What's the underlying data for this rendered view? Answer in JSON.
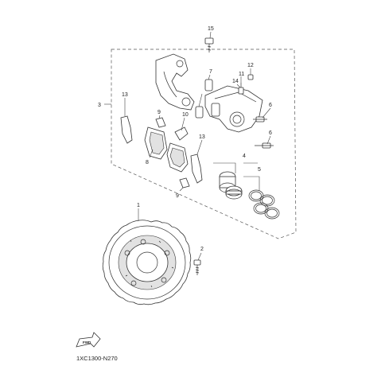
{
  "diagram": {
    "callouts": [
      "1",
      "2",
      "3",
      "4",
      "5",
      "6",
      "6",
      "7",
      "8",
      "9",
      "9",
      "10",
      "11",
      "12",
      "13",
      "13",
      "14",
      "15"
    ],
    "footer_code": "1XC1300-N270",
    "fwd_badge": "FWD"
  }
}
